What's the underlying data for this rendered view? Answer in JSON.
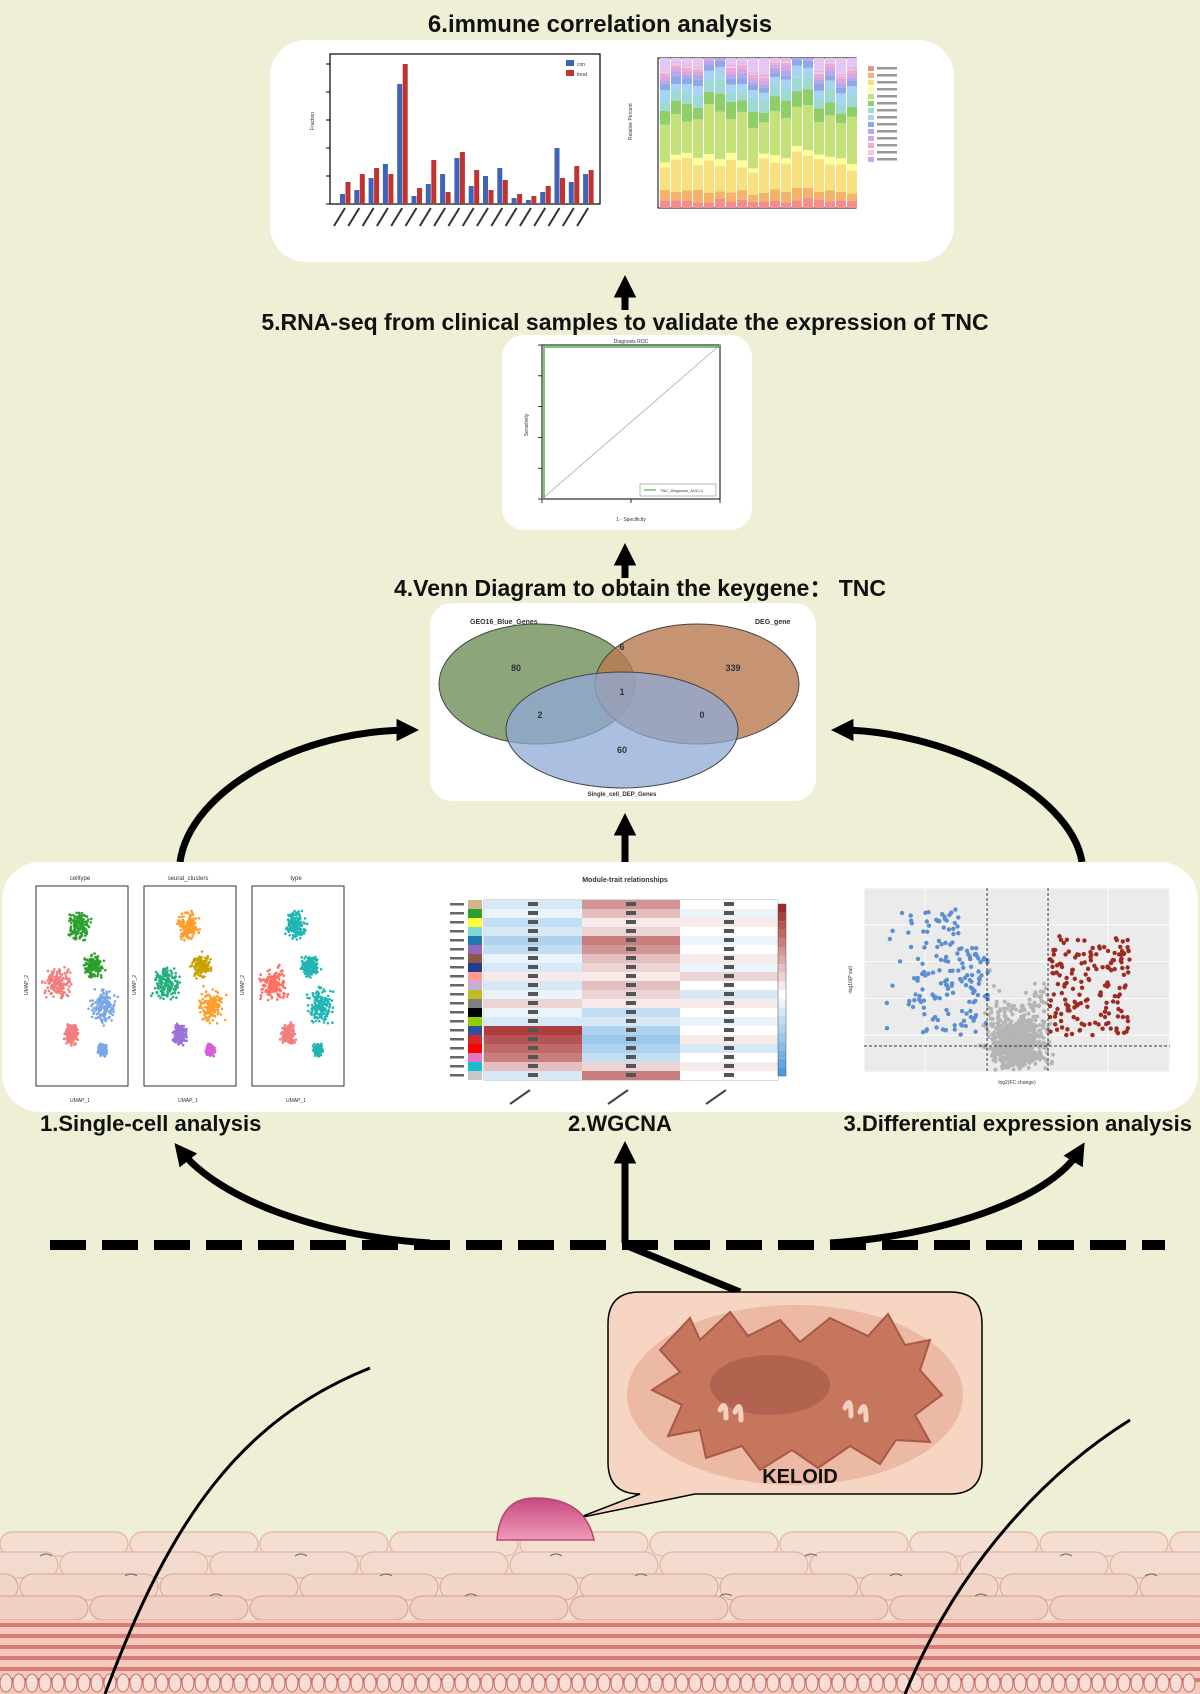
{
  "steps": {
    "s1": "1.Single-cell analysis",
    "s2": "2.WGCNA",
    "s3": "3.Differential expression analysis",
    "s4": "4.Venn Diagram to obtain the keygene： TNC",
    "s5": "5.RNA-seq from clinical samples to validate the expression of TNC",
    "s6": "6.immune correlation analysis"
  },
  "keloid": {
    "label": "KELOID"
  },
  "venn": {
    "set_a": "GEO16_Blue_Genes",
    "set_b": "DEG_gene",
    "set_c": "Single_cell_DEP_Genes",
    "counts": {
      "a_only": "80",
      "b_only": "339",
      "c_only": "60",
      "ab": "6",
      "ac": "2",
      "bc": "0",
      "abc": "1"
    }
  },
  "umap": {
    "titles": [
      "celltype",
      "seurat_clusters",
      "type"
    ],
    "axis_x": "UMAP_1",
    "axis_y": "UMAP_2"
  },
  "wgcna": {
    "title": "Module-trait relationships"
  },
  "roc": {
    "title": "Diagnosis ROC",
    "xlabel": "1 - Specificity",
    "ylabel": "Sensitivity",
    "legend": "TNC_Diagnosis_AUC=1"
  },
  "volcano": {
    "xlabel": "log2(FC change)",
    "ylabel": "-log10(P val)"
  },
  "immune": {
    "legend": [
      "con",
      "treat"
    ],
    "ylabel": "Fraction",
    "bar_ylabel": "Relative Percent"
  },
  "colors": {
    "background": "#efefd6",
    "panel": "#ffffff",
    "arrow": "#000000",
    "venn_a": "#6f8e5a",
    "venn_b": "#b87950",
    "venn_c": "#8fa9d6",
    "keloid_bubble": "#f6d5c3",
    "keloid_lesion": "#c7765e",
    "bump": "#d86b97",
    "skin_cell": "#f4ded2",
    "muscle": "#d87d74"
  }
}
